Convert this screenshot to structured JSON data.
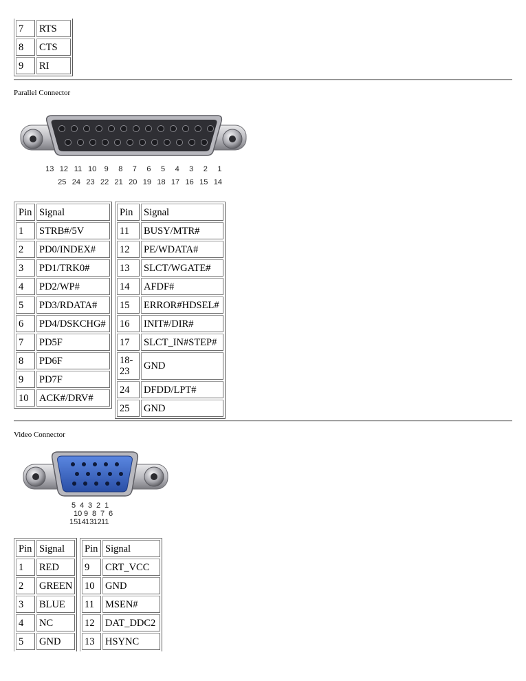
{
  "serial_tail": {
    "rows": [
      {
        "pin": "7",
        "signal": "RTS"
      },
      {
        "pin": "8",
        "signal": "CTS"
      },
      {
        "pin": "9",
        "signal": "RI"
      }
    ]
  },
  "parallel": {
    "title": "Parallel Connector",
    "pin_labels_top": [
      "13",
      "12",
      "11",
      "10",
      "9",
      "8",
      "7",
      "6",
      "5",
      "4",
      "3",
      "2",
      "1"
    ],
    "pin_labels_bottom": [
      "25",
      "24",
      "23",
      "22",
      "21",
      "20",
      "19",
      "18",
      "17",
      "16",
      "15",
      "14"
    ],
    "left_table": {
      "headers": [
        "Pin",
        "Signal"
      ],
      "rows": [
        {
          "pin": "1",
          "signal": "STRB#/5V"
        },
        {
          "pin": "2",
          "signal": "PD0/INDEX#"
        },
        {
          "pin": "3",
          "signal": "PD1/TRK0#"
        },
        {
          "pin": "4",
          "signal": "PD2/WP#"
        },
        {
          "pin": "5",
          "signal": "PD3/RDATA#"
        },
        {
          "pin": "6",
          "signal": "PD4/DSKCHG#"
        },
        {
          "pin": "7",
          "signal": "PD5F"
        },
        {
          "pin": "8",
          "signal": "PD6F"
        },
        {
          "pin": "9",
          "signal": "PD7F"
        },
        {
          "pin": "10",
          "signal": "ACK#/DRV#"
        }
      ]
    },
    "right_table": {
      "headers": [
        "Pin",
        "Signal"
      ],
      "rows": [
        {
          "pin": "11",
          "signal": "BUSY/MTR#"
        },
        {
          "pin": "12",
          "signal": "PE/WDATA#"
        },
        {
          "pin": "13",
          "signal": "SLCT/WGATE#"
        },
        {
          "pin": "14",
          "signal": "AFDF#"
        },
        {
          "pin": "15",
          "signal": "ERROR#HDSEL#"
        },
        {
          "pin": "16",
          "signal": "INIT#/DIR#"
        },
        {
          "pin": "17",
          "signal": "SLCT_IN#STEP#"
        },
        {
          "pin": "18-23",
          "signal": "GND"
        },
        {
          "pin": "24",
          "signal": "DFDD/LPT#"
        },
        {
          "pin": "25",
          "signal": "GND"
        }
      ]
    }
  },
  "video": {
    "title": "Video Connector",
    "pin_labels_row1": [
      "5",
      "4",
      "3",
      "2",
      "1"
    ],
    "pin_labels_row2": [
      "10",
      "9",
      "8",
      "7",
      "6"
    ],
    "pin_labels_row3": [
      "15",
      "14",
      "13",
      "12",
      "11"
    ],
    "left_table": {
      "headers": [
        "Pin",
        "Signal"
      ],
      "rows": [
        {
          "pin": "1",
          "signal": "RED"
        },
        {
          "pin": "2",
          "signal": "GREEN"
        },
        {
          "pin": "3",
          "signal": "BLUE"
        },
        {
          "pin": "4",
          "signal": "NC"
        },
        {
          "pin": "5",
          "signal": "GND"
        }
      ]
    },
    "right_table": {
      "headers": [
        "Pin",
        "Signal"
      ],
      "rows": [
        {
          "pin": "9",
          "signal": "CRT_VCC"
        },
        {
          "pin": "10",
          "signal": "GND"
        },
        {
          "pin": "11",
          "signal": "MSEN#"
        },
        {
          "pin": "12",
          "signal": "DAT_DDC2"
        },
        {
          "pin": "13",
          "signal": "HSYNC"
        }
      ]
    }
  },
  "colors": {
    "connector_metal": "#c9c9cc",
    "connector_shadow": "#6f6f74",
    "pin_dark": "#2a2a2e",
    "vga_blue": "#3a68c8",
    "rule": "#8c8c8c"
  },
  "icons": {
    "parallel_connector": "db25-connector-icon",
    "video_connector": "vga-connector-icon"
  }
}
